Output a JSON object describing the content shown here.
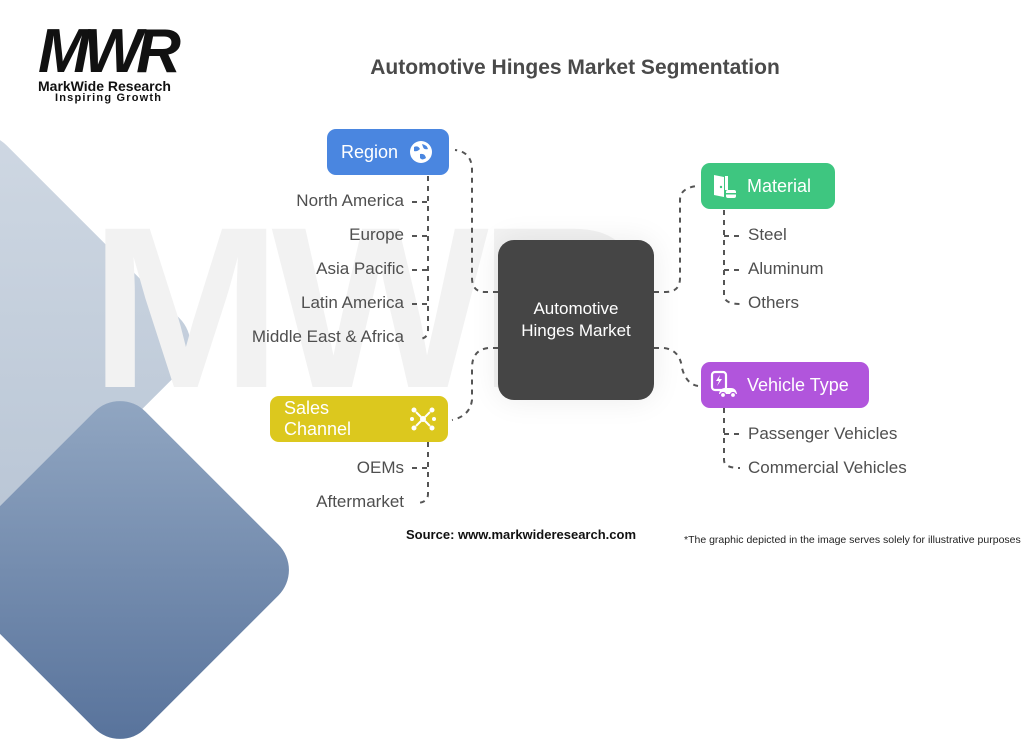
{
  "logo": {
    "mark": "MWR",
    "name": "MarkWide Research",
    "tagline": "Inspiring Growth"
  },
  "watermark": "MWR",
  "title": "Automotive Hinges Market Segmentation",
  "center": {
    "label": "Automotive Hinges Market",
    "color": "#454545"
  },
  "segments": {
    "region": {
      "label": "Region",
      "icon": "globe-icon",
      "color": "#4a86e0",
      "items": [
        "North America",
        "Europe",
        "Asia Pacific",
        "Latin America",
        "Middle East & Africa"
      ]
    },
    "material": {
      "label": "Material",
      "icon": "door-icon",
      "color": "#3ec680",
      "items": [
        "Steel",
        "Aluminum",
        "Others"
      ]
    },
    "sales_channel": {
      "label": "Sales Channel",
      "icon": "network-icon",
      "color": "#dcc81e",
      "items": [
        "OEMs",
        "Aftermarket"
      ]
    },
    "vehicle_type": {
      "label": "Vehicle Type",
      "icon": "electric-car-icon",
      "color": "#b155dc",
      "items": [
        "Passenger Vehicles",
        "Commercial Vehicles"
      ]
    }
  },
  "footer": {
    "source": "Source: www.markwideresearch.com",
    "note": "*The graphic depicted in the image serves solely for illustrative purposes"
  }
}
